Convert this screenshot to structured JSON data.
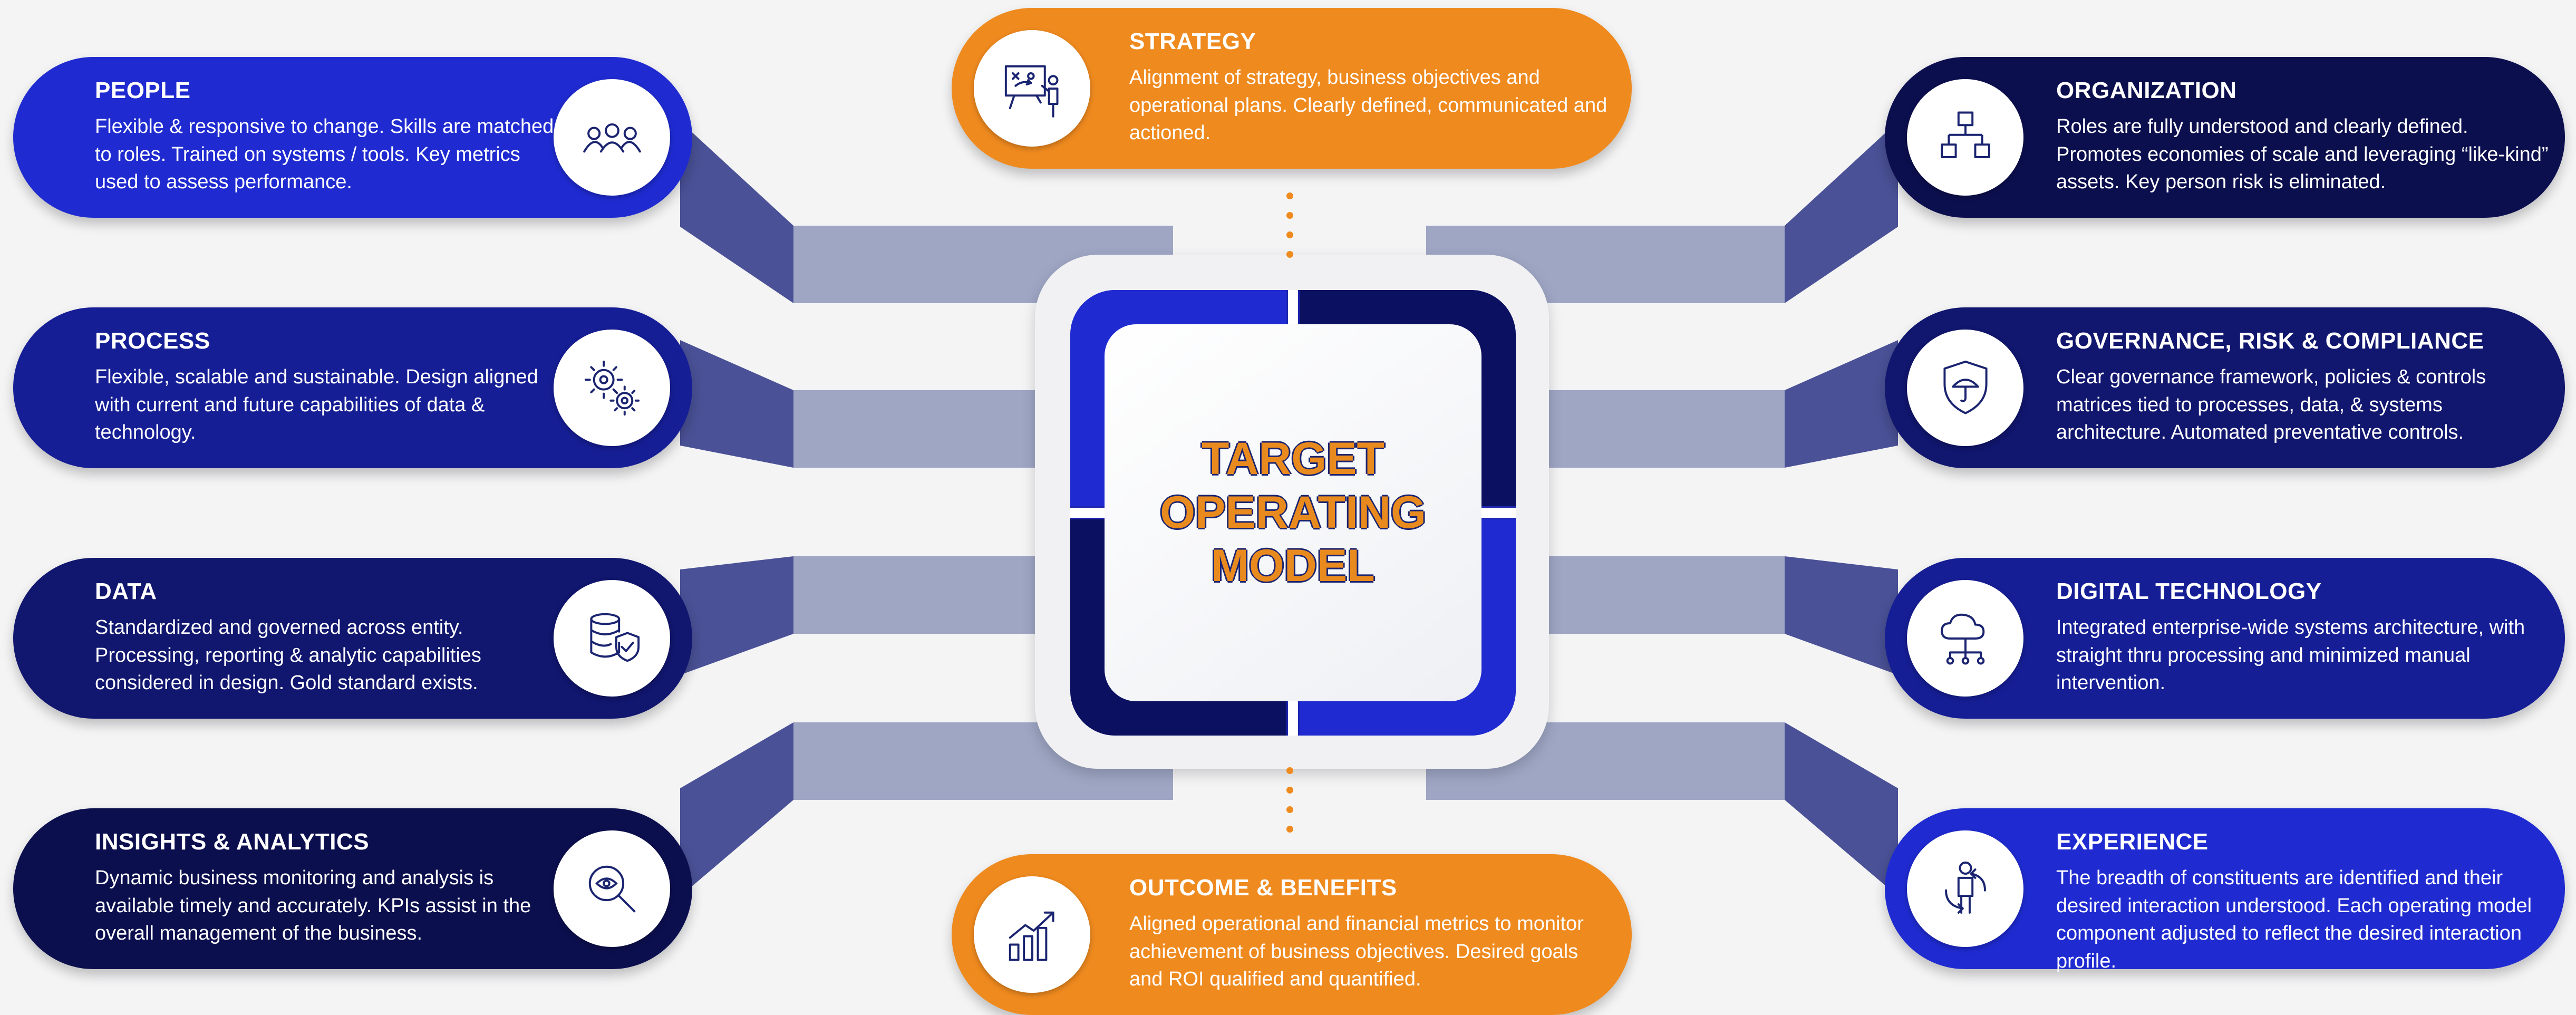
{
  "center": {
    "title": "TARGET OPERATING MODEL"
  },
  "colors": {
    "orange": "#ef8a1f",
    "connector": "#9ea6c4",
    "blue": "#1d27b0",
    "navy": "#0b1060",
    "bright_blue": "#1f2bd0",
    "text_navy": "#1a2470"
  },
  "left_cards": [
    {
      "title": "PEOPLE",
      "body": "Flexible & responsive to change. Skills are matched to roles. Trained on systems / tools. Key metrics used to assess performance.",
      "icon": "people-icon"
    },
    {
      "title": "PROCESS",
      "body": "Flexible, scalable and sustainable. Design aligned with current and future capabilities of data & technology.",
      "icon": "gears-icon"
    },
    {
      "title": "DATA",
      "body": "Standardized and governed across entity. Processing, reporting & analytic capabilities considered in design. Gold standard exists.",
      "icon": "database-shield-icon"
    },
    {
      "title": "INSIGHTS & ANALYTICS",
      "body": "Dynamic business monitoring and analysis is available timely and accurately. KPIs assist in the overall management of the business.",
      "icon": "magnifier-eye-icon"
    }
  ],
  "right_cards": [
    {
      "title": "ORGANIZATION",
      "body": "Roles are fully understood and clearly defined. Promotes economies of scale and leveraging “like-kind” assets. Key person risk is eliminated.",
      "icon": "org-chart-icon"
    },
    {
      "title": "GOVERNANCE, RISK & COMPLIANCE",
      "body": "Clear governance framework, policies & controls matrices tied to processes, data, & systems architecture. Automated preventative controls.",
      "icon": "shield-umbrella-icon"
    },
    {
      "title": "DIGITAL TECHNOLOGY",
      "body": "Integrated enterprise-wide systems architecture, with straight thru processing and minimized manual intervention.",
      "icon": "cloud-network-icon"
    },
    {
      "title": "EXPERIENCE",
      "body": "The breadth of constituents are identified and their desired interaction understood.  Each operating model component adjusted to reflect the desired interaction profile.",
      "icon": "person-cycle-icon"
    }
  ],
  "top_card": {
    "title": "STRATEGY",
    "body": "Alignment of strategy, business objectives and operational plans. Clearly defined, communicated and actioned.",
    "icon": "presentation-icon"
  },
  "bottom_card": {
    "title": "OUTCOME & BENEFITS",
    "body": "Aligned operational and financial metrics to monitor achievement of business objectives. Desired goals and ROI qualified and quantified.",
    "icon": "growth-chart-icon"
  }
}
